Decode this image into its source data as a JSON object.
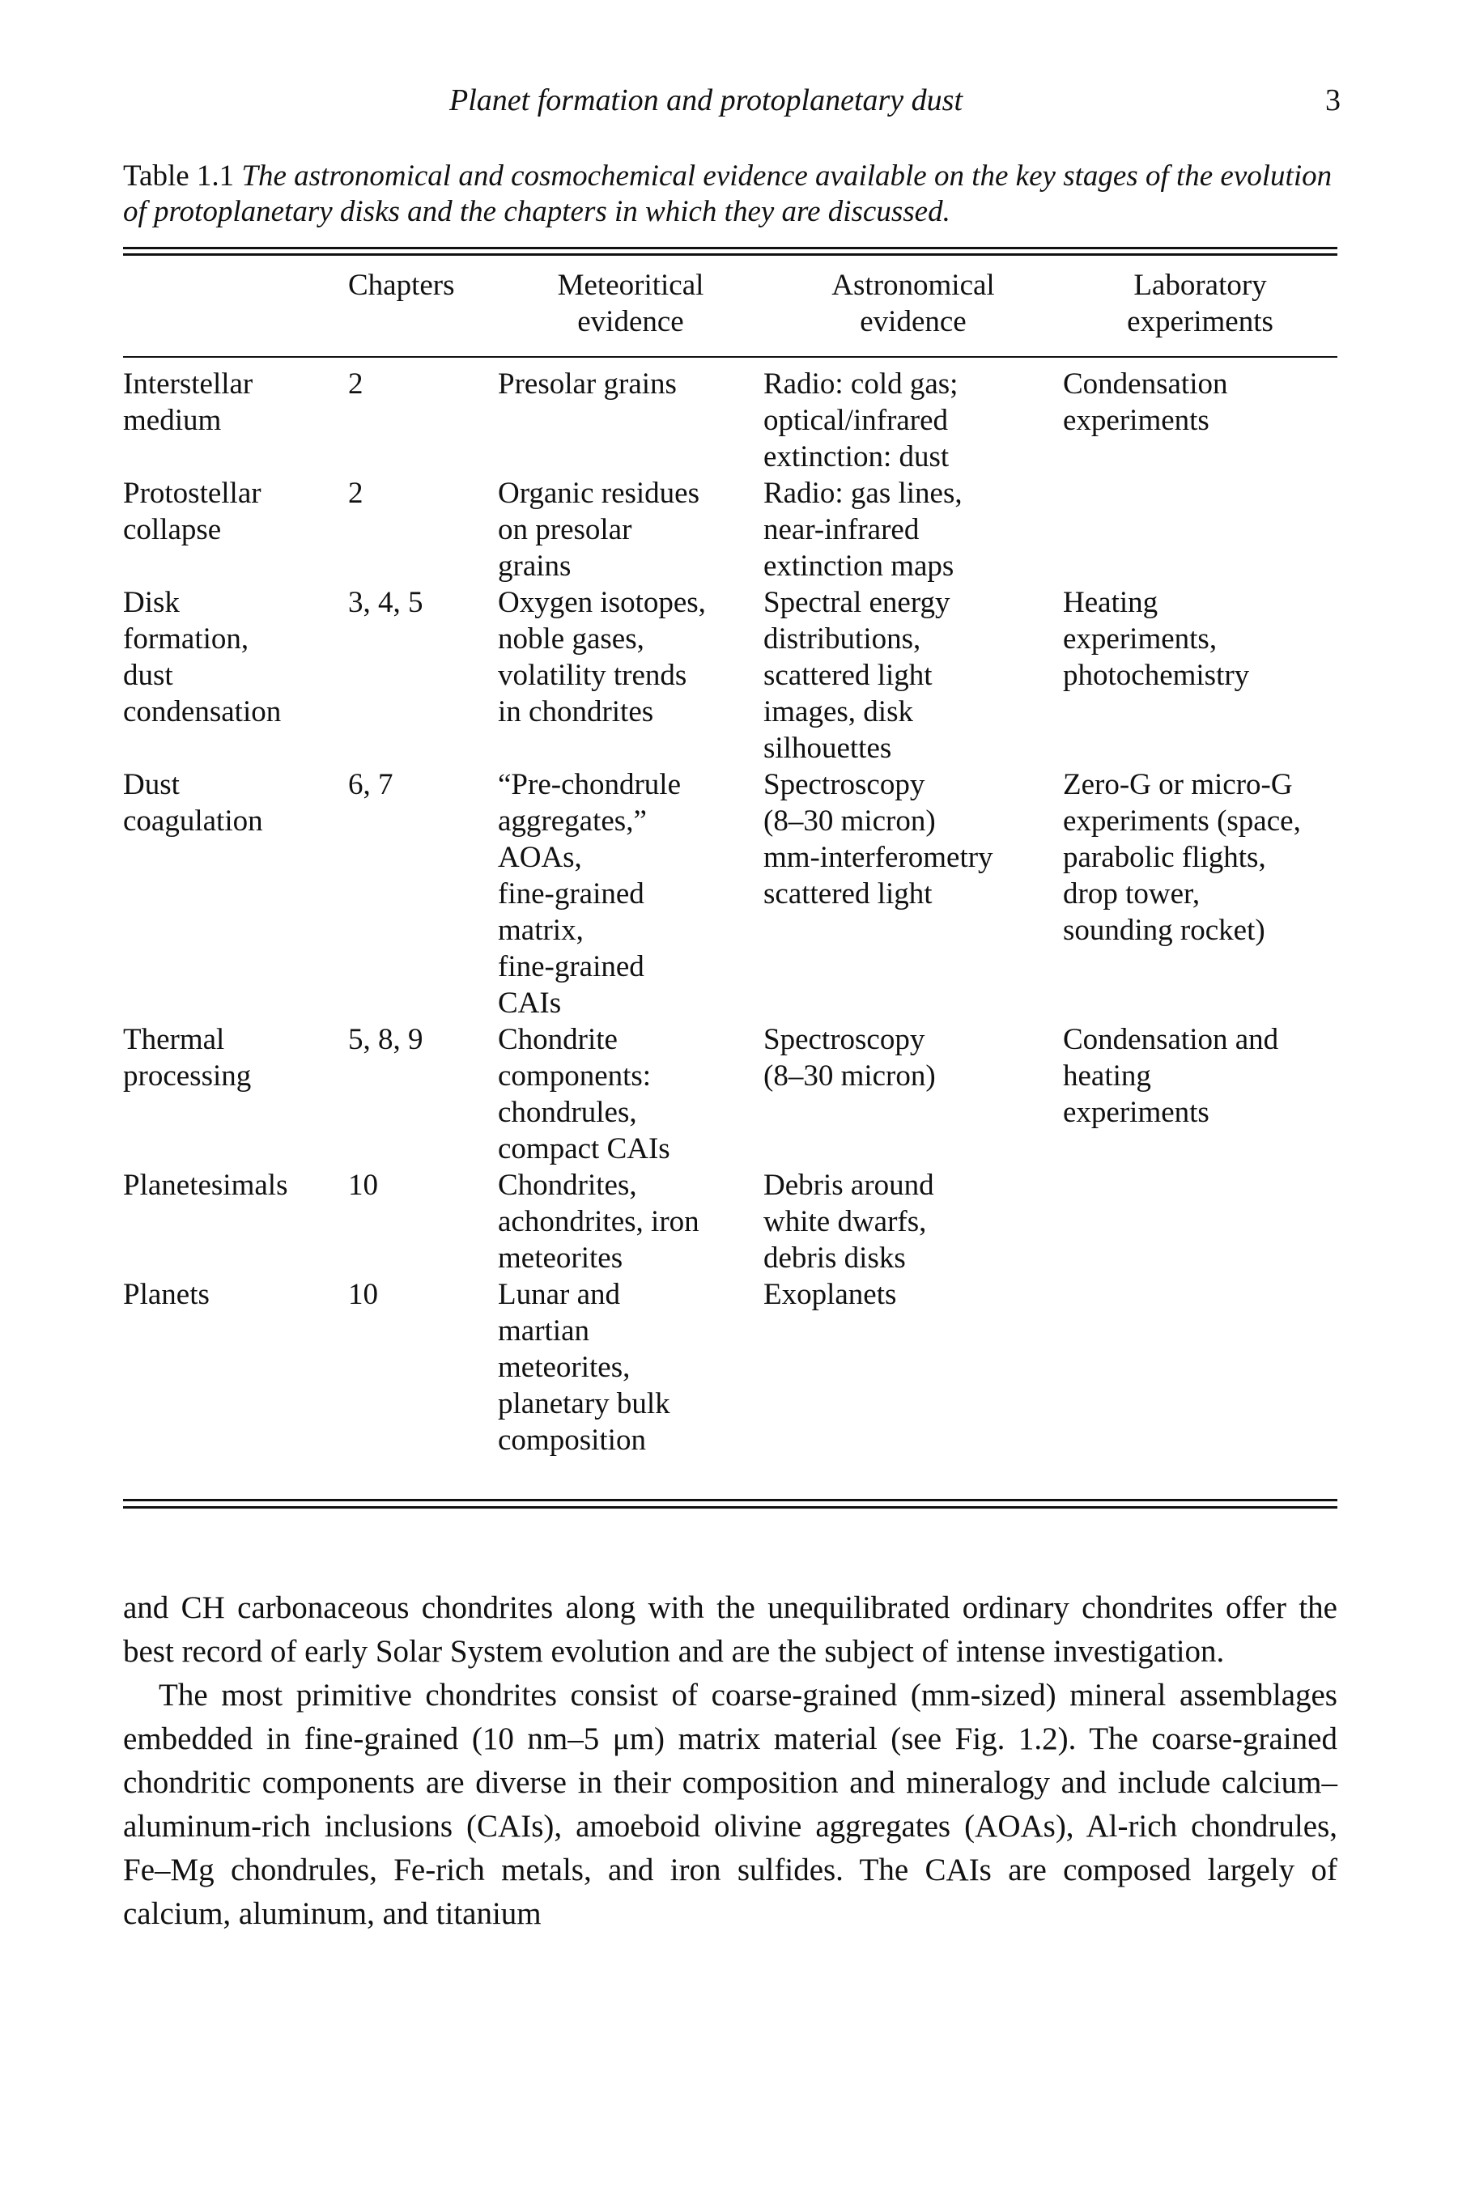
{
  "running_head": {
    "title": "Planet formation and protoplanetary dust",
    "page_number": "3"
  },
  "caption": {
    "label": "Table 1.1",
    "text": "The astronomical and cosmochemical evidence available on the key stages of the evolution of protoplanetary disks and the chapters in which they are discussed."
  },
  "table": {
    "headers": [
      "",
      "Chapters",
      "Meteoritical\nevidence",
      "Astronomical\nevidence",
      "Laboratory\nexperiments"
    ],
    "rows": [
      [
        "Interstellar\nmedium",
        "2",
        "Presolar grains",
        "Radio: cold gas;\noptical/infrared\nextinction: dust",
        "Condensation\nexperiments"
      ],
      [
        "Protostellar\ncollapse",
        "2",
        "Organic residues\non presolar\ngrains",
        "Radio: gas lines,\nnear-infrared\nextinction maps",
        ""
      ],
      [
        "Disk\nformation,\ndust\ncondensation",
        "3, 4, 5",
        "Oxygen isotopes,\nnoble gases,\nvolatility trends\nin chondrites",
        "Spectral energy\ndistributions,\nscattered light\nimages, disk\nsilhouettes",
        "Heating\nexperiments,\nphotochemistry"
      ],
      [
        "Dust\ncoagulation",
        "6, 7",
        "“Pre-chondrule\naggregates,”\nAOAs,\nfine-grained\nmatrix,\nfine-grained\nCAIs",
        "Spectroscopy\n(8–30 micron)\nmm-interferometry\nscattered light",
        "Zero-G or micro-G\nexperiments (space,\nparabolic flights,\ndrop tower,\nsounding rocket)"
      ],
      [
        "Thermal\nprocessing",
        "5, 8, 9",
        "Chondrite\ncomponents:\nchondrules,\ncompact CAIs",
        "Spectroscopy\n(8–30 micron)",
        "Condensation and\nheating\nexperiments"
      ],
      [
        "Planetesimals",
        "10",
        "Chondrites,\nachondrites, iron\nmeteorites",
        "Debris around\nwhite dwarfs,\ndebris disks",
        ""
      ],
      [
        "Planets",
        "10",
        "Lunar and\nmartian\nmeteorites,\nplanetary bulk\ncomposition",
        "Exoplanets",
        ""
      ]
    ]
  },
  "body": {
    "paragraphs": [
      "and CH carbonaceous chondrites along with the unequilibrated ordinary chondrites offer the best record of early Solar System evolution and are the subject of intense investigation.",
      "The most primitive chondrites consist of coarse-grained (mm-sized) mineral assemblages embedded in fine-grained (10 nm–5 μm) matrix material (see Fig. 1.2). The coarse-grained chondritic components are diverse in their composition and mineralogy and include calcium–aluminum-rich inclusions (CAIs), amoeboid olivine aggregates (AOAs), Al-rich chondrules, Fe–Mg chondrules, Fe-rich metals, and iron sulfides. The CAIs are composed largely of calcium, aluminum, and titanium"
    ]
  }
}
